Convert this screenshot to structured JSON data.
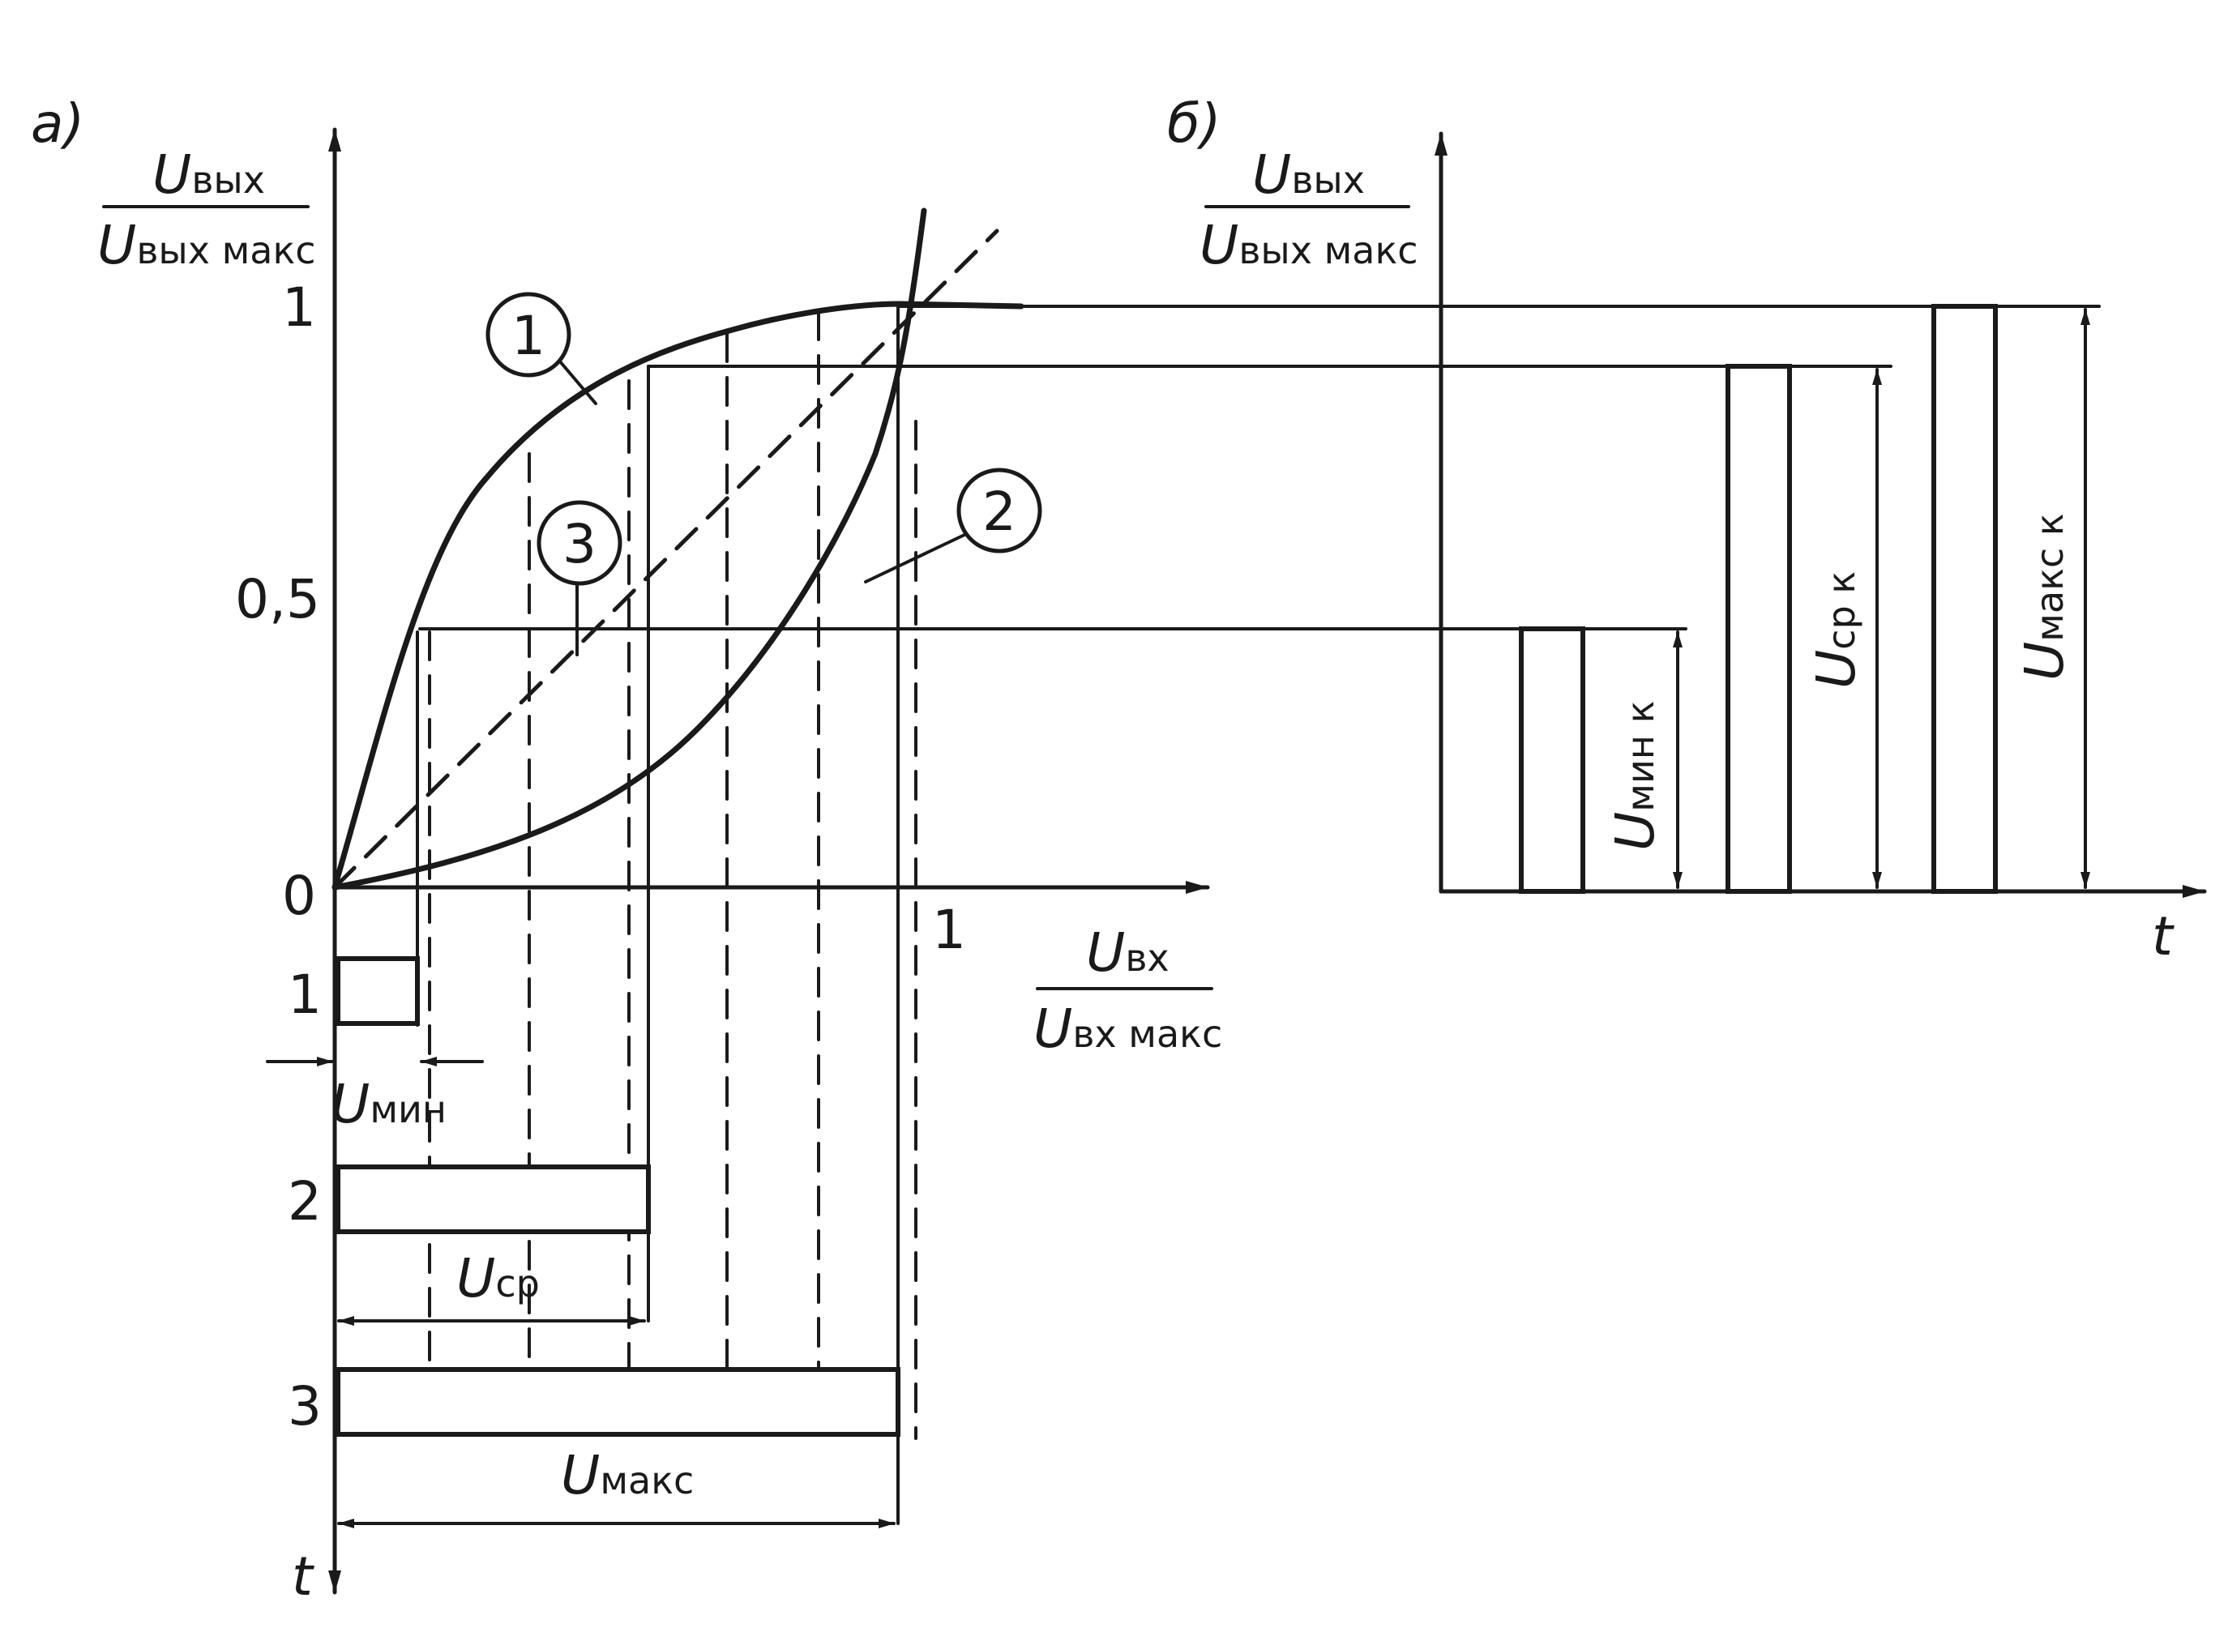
{
  "panel_a": {
    "label": "a)",
    "y_axis": {
      "num": "U",
      "num_sub": "вых",
      "den": "U",
      "den_sub": "вых макс"
    },
    "x_axis": {
      "num": "U",
      "num_sub": "вх",
      "den": "U",
      "den_sub": "вх макс"
    },
    "time_axis": "t",
    "ticks": {
      "y_zero": "0",
      "y_half": "0,5",
      "y_one": "1",
      "x_one": "1"
    },
    "curve_labels": [
      "1",
      "2",
      "3"
    ],
    "bar_labels": [
      "1",
      "2",
      "3"
    ],
    "pulses": [
      {
        "id": "1",
        "label": "U",
        "sub": "мин",
        "width": 0.14
      },
      {
        "id": "2",
        "label": "U",
        "sub": "ср",
        "width": 0.56
      },
      {
        "id": "3",
        "label": "U",
        "sub": "макс",
        "width": 1.0
      }
    ]
  },
  "panel_b": {
    "label": "б)",
    "y_axis": {
      "num": "U",
      "num_sub": "вых",
      "den": "U",
      "den_sub": "вых макс"
    },
    "time_axis": "t",
    "pulses": [
      {
        "label": "U",
        "sub": "мин к",
        "level": 0.45
      },
      {
        "label": "U",
        "sub": "ср к",
        "level": 0.9
      },
      {
        "label": "U",
        "sub": "макс к",
        "level": 1.0
      }
    ]
  },
  "colors": {
    "ink": "#1a1a1a",
    "paper": "#ffffff"
  }
}
